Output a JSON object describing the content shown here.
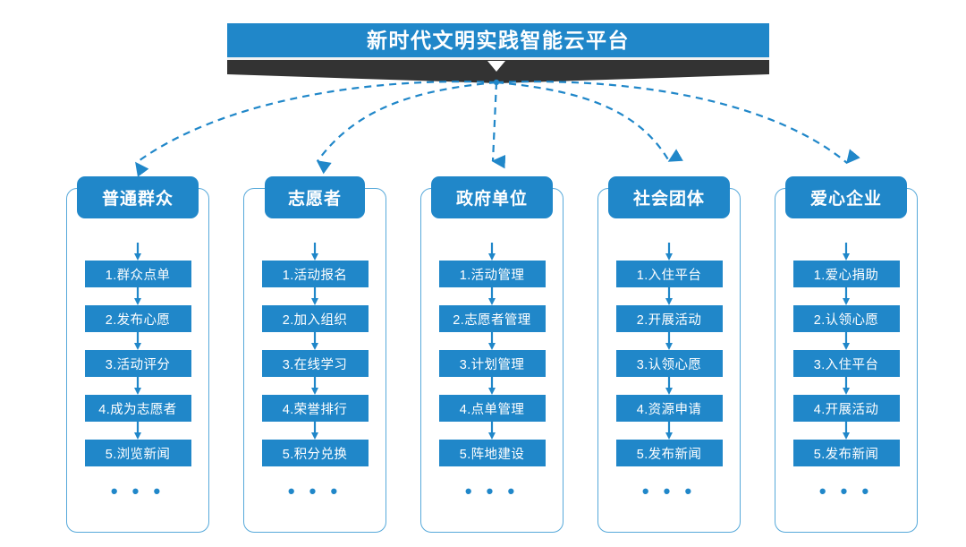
{
  "title": {
    "text": "新时代文明实践智能云平台"
  },
  "colors": {
    "primary_blue": "#2087c9",
    "container_border": "#57a9da",
    "banner_dark": "#333333",
    "text_on_blue": "#ffffff",
    "background": "#ffffff"
  },
  "ellipsis_label": "• • •",
  "columns": [
    {
      "header": "普通群众",
      "header_width": "wide",
      "steps": [
        "1.群众点单",
        "2.发布心愿",
        "3.活动评分",
        "4.成为志愿者",
        "5.浏览新闻"
      ]
    },
    {
      "header": "志愿者",
      "header_width": "narrow",
      "steps": [
        "1.活动报名",
        "2.加入组织",
        "3.在线学习",
        "4.荣誉排行",
        "5.积分兑换"
      ]
    },
    {
      "header": "政府单位",
      "header_width": "wide",
      "steps": [
        "1.活动管理",
        "2.志愿者管理",
        "3.计划管理",
        "4.点单管理",
        "5.阵地建设"
      ]
    },
    {
      "header": "社会团体",
      "header_width": "wide",
      "steps": [
        "1.入住平台",
        "2.开展活动",
        "3.认领心愿",
        "4.资源申请",
        "5.发布新闻"
      ]
    },
    {
      "header": "爱心企业",
      "header_width": "wide",
      "steps": [
        "1.爱心捐助",
        "2.认领心愿",
        "3.入住平台",
        "4.开展活动",
        "5.发布新闻"
      ]
    }
  ],
  "connectors": {
    "description": "dashed curved arrows from platform hub to each role column",
    "hub_marker": "down-triangle"
  }
}
